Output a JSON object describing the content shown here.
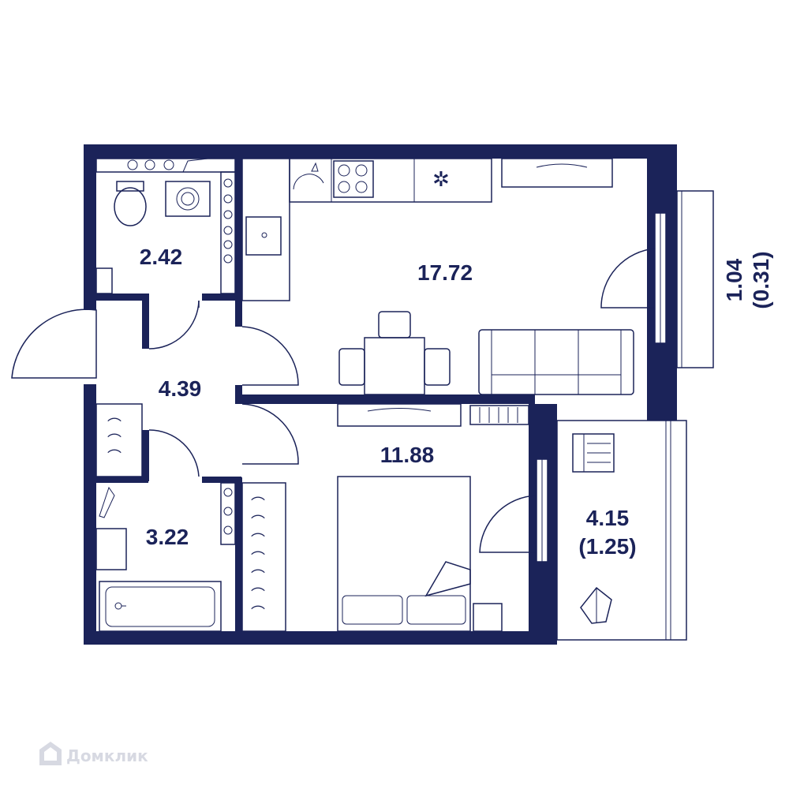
{
  "rooms": {
    "bath_wc": "2.42",
    "kitchen_living": "17.72",
    "hall": "4.39",
    "bedroom": "11.88",
    "bathroom": "3.22",
    "loggia_area": "4.15",
    "loggia_reduced": "(1.25)",
    "balcony_area": "1.04",
    "balcony_reduced": "(0.31)"
  },
  "watermark": {
    "text": "Домклик",
    "icon": "house-logo-icon"
  },
  "colors": {
    "wall": "#1b2359",
    "background": "#ffffff",
    "watermark": "#d7d9e2"
  }
}
